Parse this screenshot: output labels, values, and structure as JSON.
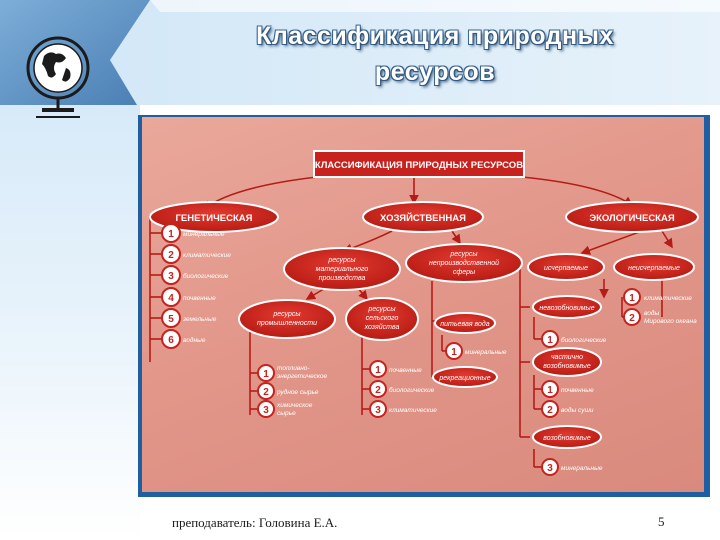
{
  "title_line1": "Классификация природных",
  "title_line2": "ресурсов",
  "footer": "преподаватель: Головина Е.А.",
  "page_number": "5",
  "logo_icon": "globe-icon",
  "colors": {
    "accent_blue": "#1f5ea0",
    "node_red": "#c7221d",
    "background_pink": "#e2978a"
  },
  "diagram": {
    "root": "КЛАССИФИКАЦИЯ ПРИРОДНЫХ РЕСУРСОВ",
    "categories": {
      "genetic": "ГЕНЕТИЧЕСКАЯ",
      "economic": "ХОЗЯЙСТВЕННАЯ",
      "ecological": "ЭКОЛОГИЧЕСКАЯ"
    },
    "genetic_items": [
      {
        "n": "1",
        "label": "минеральные"
      },
      {
        "n": "2",
        "label": "климатические"
      },
      {
        "n": "3",
        "label": "биологические"
      },
      {
        "n": "4",
        "label": "почвенные"
      },
      {
        "n": "5",
        "label": "земельные"
      },
      {
        "n": "6",
        "label": "водные"
      }
    ],
    "material_production": [
      "ресурсы",
      "материального",
      "производства"
    ],
    "nonproduction": [
      "ресурсы",
      "непроизводственной",
      "сферы"
    ],
    "industry": [
      "ресурсы",
      "промышленности"
    ],
    "agriculture": [
      "ресурсы",
      "сельского",
      "хозяйства"
    ],
    "industry_items": [
      {
        "n": "1",
        "label1": "топливно-",
        "label2": "энергетическое"
      },
      {
        "n": "2",
        "label1": "рудное сырье",
        "label2": ""
      },
      {
        "n": "3",
        "label1": "химическое",
        "label2": "сырье"
      }
    ],
    "agriculture_items": [
      {
        "n": "1",
        "label": "почвенные"
      },
      {
        "n": "2",
        "label": "биологические"
      },
      {
        "n": "3",
        "label": "климатические"
      }
    ],
    "drinking_water": "питьевая вода",
    "mineral": {
      "n": "1",
      "label": "минеральные"
    },
    "recreational": "рекреационные",
    "exhaustible": "исчерпаемые",
    "inexhaustible": "неисчерпаемые",
    "inexhaustible_items": [
      {
        "n": "1",
        "label1": "климатические",
        "label2": ""
      },
      {
        "n": "2",
        "label1": "воды",
        "label2": "Мирового океана"
      }
    ],
    "nonrenewable": "невозобновимые",
    "nonrenew_item": {
      "n": "1",
      "label": "биологические"
    },
    "partly_renewable": [
      "частично",
      "возобновимые"
    ],
    "partly_items": [
      {
        "n": "1",
        "label": "почвенные"
      },
      {
        "n": "2",
        "label": "воды суши"
      }
    ],
    "renewable": "возобновимые",
    "renew_item": {
      "n": "3",
      "label": "минеральные"
    }
  }
}
